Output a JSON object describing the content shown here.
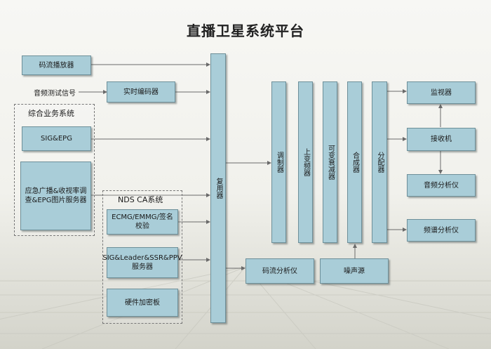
{
  "title": "直播卫星系统平台",
  "inputs": {
    "stream_player": "码流播放器",
    "audio_test_signal": "音频测试信号",
    "realtime_encoder": "实时编码器"
  },
  "integrated_services": {
    "label": "综合业务系统",
    "sig_epg": "SIG&EPG",
    "emergency_server": "应急广播&收视率调查&EPG图片服务器"
  },
  "nds_ca": {
    "label": "NDS CA系统",
    "ecmg": "ECMG/EMMG/签名校验",
    "sig_leader": "SIG&Leader&SSR&PPV服务器",
    "hw_encryption": "硬件加密板"
  },
  "chain": {
    "multiplexer": "复用器",
    "modulator": "调制器",
    "upconverter": "上变频器",
    "attenuator": "可变衰减器",
    "combiner": "合成器",
    "splitter": "分配器"
  },
  "bottom": {
    "stream_analyzer": "码流分析仪",
    "noise_source": "噪声源"
  },
  "outputs": {
    "monitor": "监视器",
    "receiver": "接收机",
    "audio_analyzer": "音频分析仪",
    "spectrum_analyzer": "频谱分析仪"
  },
  "colors": {
    "box_fill": "#a9cdd8",
    "box_border": "#6d8f99",
    "line": "#6a6a6a"
  }
}
